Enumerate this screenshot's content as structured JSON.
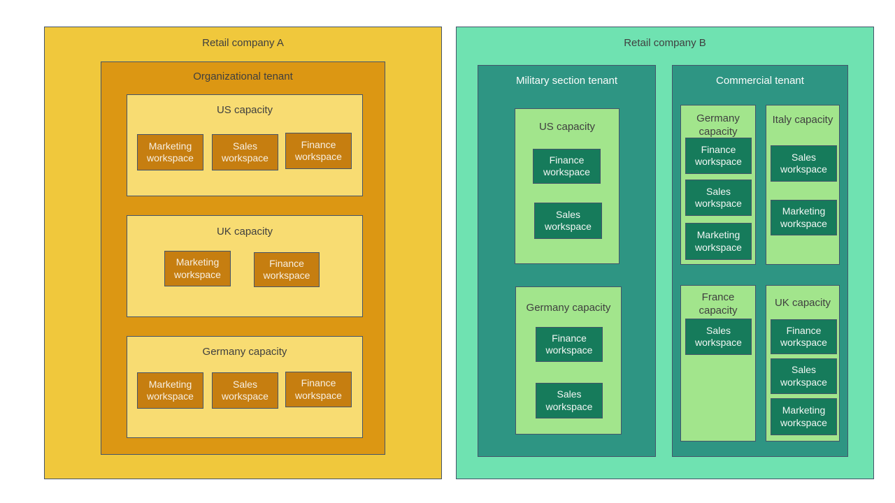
{
  "colors": {
    "border": "#44546A",
    "company_a_bg": "#F0C83C",
    "tenant_a_bg": "#DC9713",
    "capacity_a_bg": "#F8DC72",
    "workspace_a_bg": "#C67E10",
    "company_b_bg": "#6FE2B1",
    "tenant_b_bg": "#2E9583",
    "capacity_b_bg": "#A2E58C",
    "workspace_b_bg": "#167B5B",
    "dark_text": "#3F3F3F",
    "light_text": "#FFFFFF"
  },
  "companies": [
    {
      "title": "Retail company A",
      "tenants": [
        {
          "title": "Organizational tenant",
          "capacities": [
            {
              "title": "US capacity",
              "workspaces": [
                "Marketing workspace",
                "Sales workspace",
                "Finance workspace"
              ]
            },
            {
              "title": "UK capacity",
              "workspaces": [
                "Marketing workspace",
                "Finance workspace"
              ]
            },
            {
              "title": "Germany capacity",
              "workspaces": [
                "Marketing workspace",
                "Sales workspace",
                "Finance workspace"
              ]
            }
          ]
        }
      ]
    },
    {
      "title": "Retail company B",
      "tenants": [
        {
          "title": "Military section tenant",
          "capacities": [
            {
              "title": "US capacity",
              "workspaces": [
                "Finance workspace",
                "Sales workspace"
              ]
            },
            {
              "title": "Germany capacity",
              "workspaces": [
                "Finance workspace",
                "Sales workspace"
              ]
            }
          ]
        },
        {
          "title": "Commercial tenant",
          "capacities": [
            {
              "title": "Germany capacity",
              "workspaces": [
                "Finance workspace",
                "Sales workspace",
                "Marketing workspace"
              ]
            },
            {
              "title": "Italy capacity",
              "workspaces": [
                "Sales workspace",
                "Marketing workspace"
              ]
            },
            {
              "title": "France capacity",
              "workspaces": [
                "Sales workspace"
              ]
            },
            {
              "title": "UK capacity",
              "workspaces": [
                "Finance workspace",
                "Sales workspace",
                "Marketing workspace"
              ]
            }
          ]
        }
      ]
    }
  ]
}
